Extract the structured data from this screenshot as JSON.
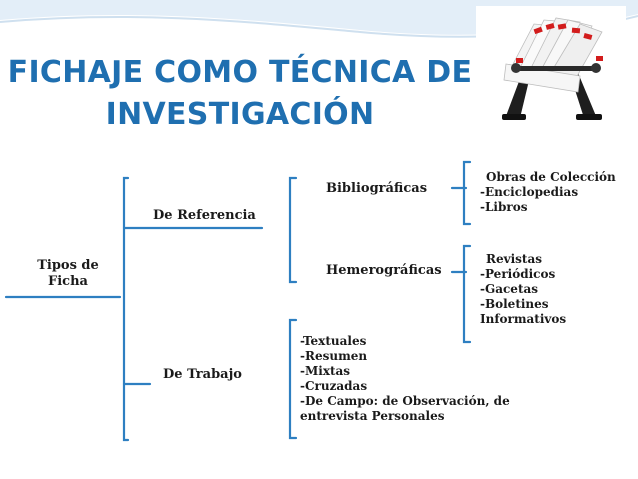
{
  "title": {
    "line1": "FICHAJE COMO TÉCNICA DE",
    "line2": "INVESTIGACIÓN"
  },
  "colors": {
    "title": "#1f6fb0",
    "bracket": "#2e7fc1",
    "wave": "#cfe0ef"
  },
  "photo": {
    "icon": "rolodex-card-file-image"
  },
  "diagram": {
    "root": {
      "line1": "Tipos de",
      "line2": "Ficha"
    },
    "branch_referencia": {
      "label": "De Referencia",
      "bibliograficas": {
        "label": "Bibliográficas",
        "items": [
          "Obras de Colección",
          "-Enciclopedias",
          "-Libros"
        ]
      },
      "hemerograficas": {
        "label": "Hemerográficas",
        "items": [
          "Revistas",
          "-Periódicos",
          "-Gacetas",
          "-Boletines",
          "Informativos"
        ]
      }
    },
    "branch_trabajo": {
      "label": "De Trabajo",
      "items": [
        "-Textuales",
        "-Resumen",
        "-Mixtas",
        "-Cruzadas",
        "-De Campo: de Observación, de",
        "entrevista Personales"
      ]
    }
  }
}
